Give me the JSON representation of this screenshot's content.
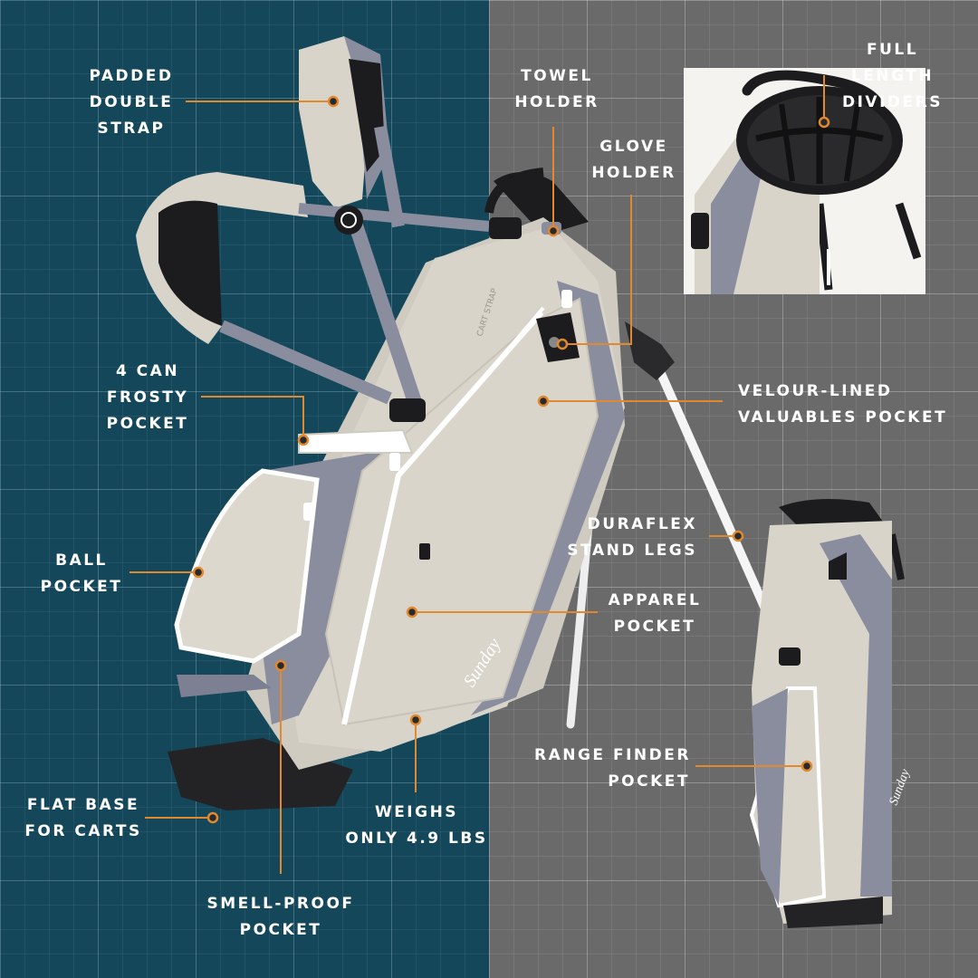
{
  "brand": {
    "logo_text": "Sunday",
    "strap_tag": "CART STRAP"
  },
  "colors": {
    "left_bg": "#15475a",
    "right_bg": "#6a6a6a",
    "accent": "#e0892e",
    "bag_body": "#d8d4ca",
    "bag_trim": "#8a8d9e",
    "bag_dark": "#1c1c1e"
  },
  "callouts": {
    "padded_double_strap": [
      "PADDED",
      "DOUBLE",
      "STRAP"
    ],
    "towel_holder": [
      "TOWEL",
      "HOLDER"
    ],
    "glove_holder": [
      "GLOVE",
      "HOLDER"
    ],
    "full_length_dividers": [
      "FULL",
      "LENGTH",
      "DIVIDERS"
    ],
    "four_can_frosty_pocket": [
      "4 CAN",
      "FROSTY",
      "POCKET"
    ],
    "velour_lined_valuables_pocket": [
      "VELOUR-LINED",
      "VALUABLES POCKET"
    ],
    "duraflex_stand_legs": [
      "DURAFLEX",
      "STAND LEGS"
    ],
    "ball_pocket": [
      "BALL",
      "POCKET"
    ],
    "apparel_pocket": [
      "APPAREL",
      "POCKET"
    ],
    "range_finder_pocket": [
      "RANGE FINDER",
      "POCKET"
    ],
    "flat_base_for_carts": [
      "FLAT BASE",
      "FOR CARTS"
    ],
    "weighs_only": [
      "WEIGHS",
      "ONLY 4.9 LBS"
    ],
    "smell_proof_pocket": [
      "SMELL-PROOF",
      "POCKET"
    ]
  }
}
